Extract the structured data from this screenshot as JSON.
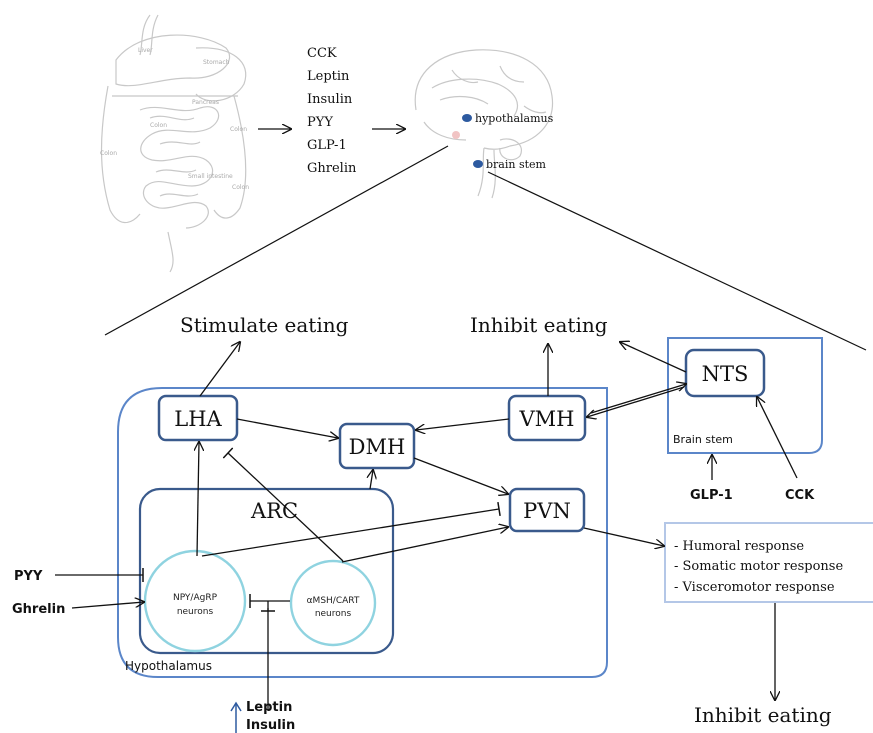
{
  "anatomy": {
    "gut_labels": [
      "Liver",
      "Stomach",
      "Pancreas",
      "Colon",
      "Colon",
      "Colon",
      "Small intestine",
      "Colon"
    ],
    "hormones": [
      "CCK",
      "Leptin",
      "Insulin",
      "PYY",
      "GLP-1",
      "Ghrelin"
    ],
    "brain_labels": {
      "hypothalamus": "hypothalamus",
      "brain_stem": "brain stem"
    }
  },
  "headings": {
    "stimulate": "Stimulate eating",
    "inhibit_top": "Inhibit eating",
    "inhibit_bottom": "Inhibit eating"
  },
  "nodes": {
    "lha": "LHA",
    "dmh": "DMH",
    "vmh": "VMH",
    "pvn": "PVN",
    "nts": "NTS",
    "arc": "ARC",
    "npy": [
      "NPY/AgRP",
      "neurons"
    ],
    "amsh": [
      "αMSH/CART",
      "neurons"
    ]
  },
  "regions": {
    "hypothalamus": "Hypothalamus",
    "brain_stem": "Brain stem"
  },
  "inputs": {
    "pyy": "PYY",
    "ghrelin": "Ghrelin",
    "glp1": "GLP-1",
    "cck": "CCK",
    "leptin": "Leptin",
    "insulin": "Insulin"
  },
  "responses": [
    "- Humoral response",
    "- Somatic motor response",
    "- Visceromotor response"
  ],
  "colors": {
    "box_border": "#3a5a8c",
    "region_border": "#5b86c9",
    "neuron_circle": "#8fd3e0",
    "response_border": "#b4c7e7",
    "marker": "#2d5aa0"
  }
}
